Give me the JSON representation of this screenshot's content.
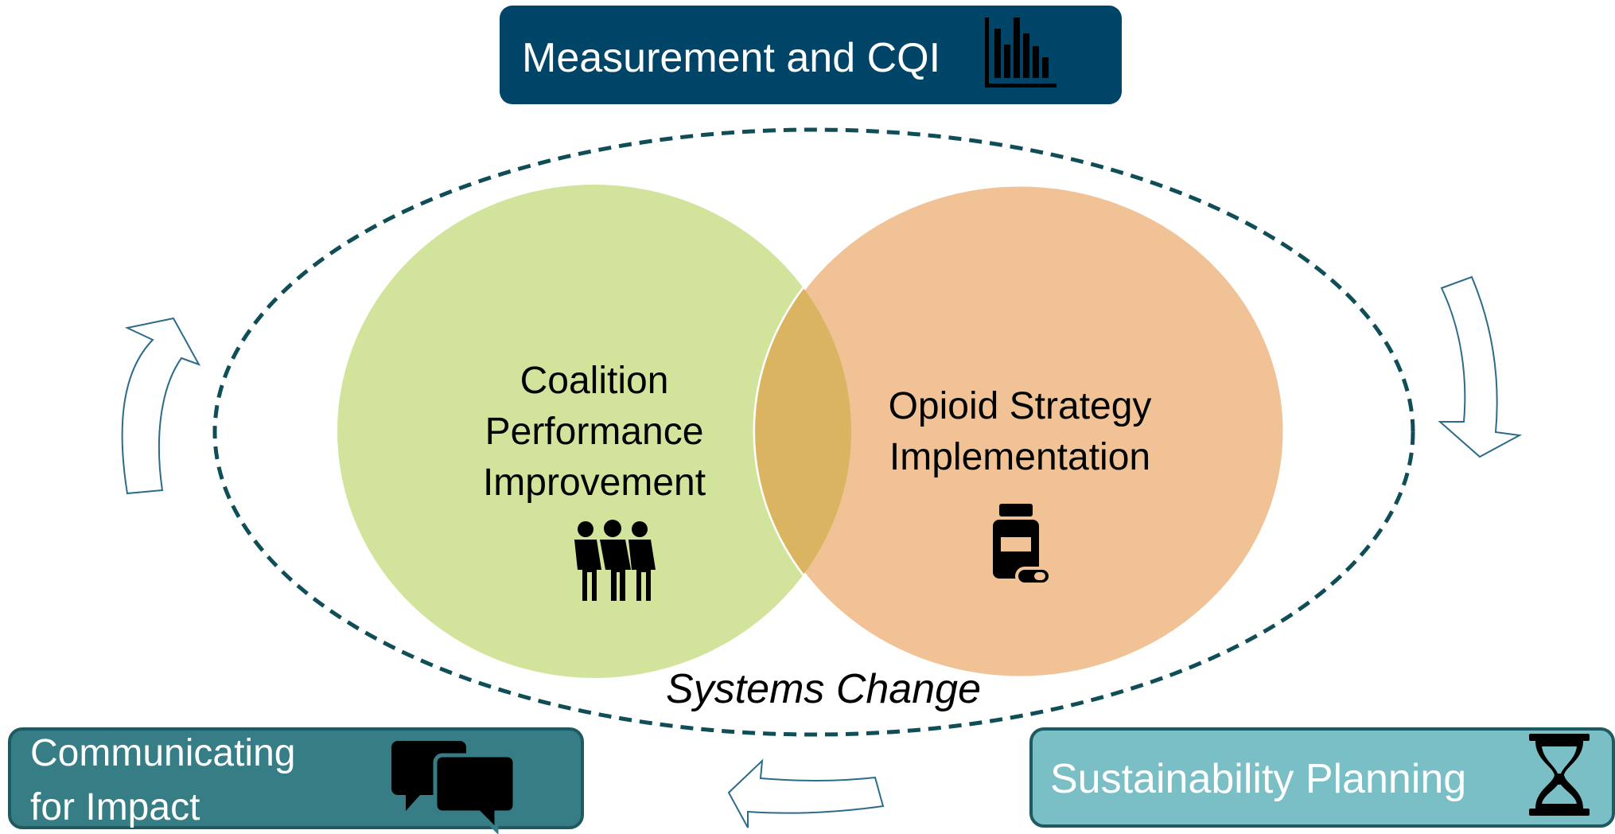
{
  "top_box": {
    "label": "Measurement and CQI",
    "icon": "bar-chart-icon",
    "color": "#004568"
  },
  "bottom_left_box": {
    "line1": "Communicating",
    "line2": "for Impact",
    "icon": "speech-bubbles-icon",
    "color": "#367D86"
  },
  "bottom_right_box": {
    "label": "Sustainability Planning",
    "icon": "hourglass-icon",
    "color": "#7ABFC5"
  },
  "left_circle": {
    "line1": "Coalition",
    "line2": "Performance",
    "line3": "Improvement",
    "icon": "people-group-icon",
    "color": "#D2E49C"
  },
  "right_circle": {
    "line1": "Opioid Strategy",
    "line2": "Implementation",
    "icon": "pill-bottle-icon",
    "color": "#F0C295"
  },
  "overlap_color": "#DBB462",
  "ellipse": {
    "label": "Systems Change",
    "stroke_color": "#0F4D57"
  }
}
